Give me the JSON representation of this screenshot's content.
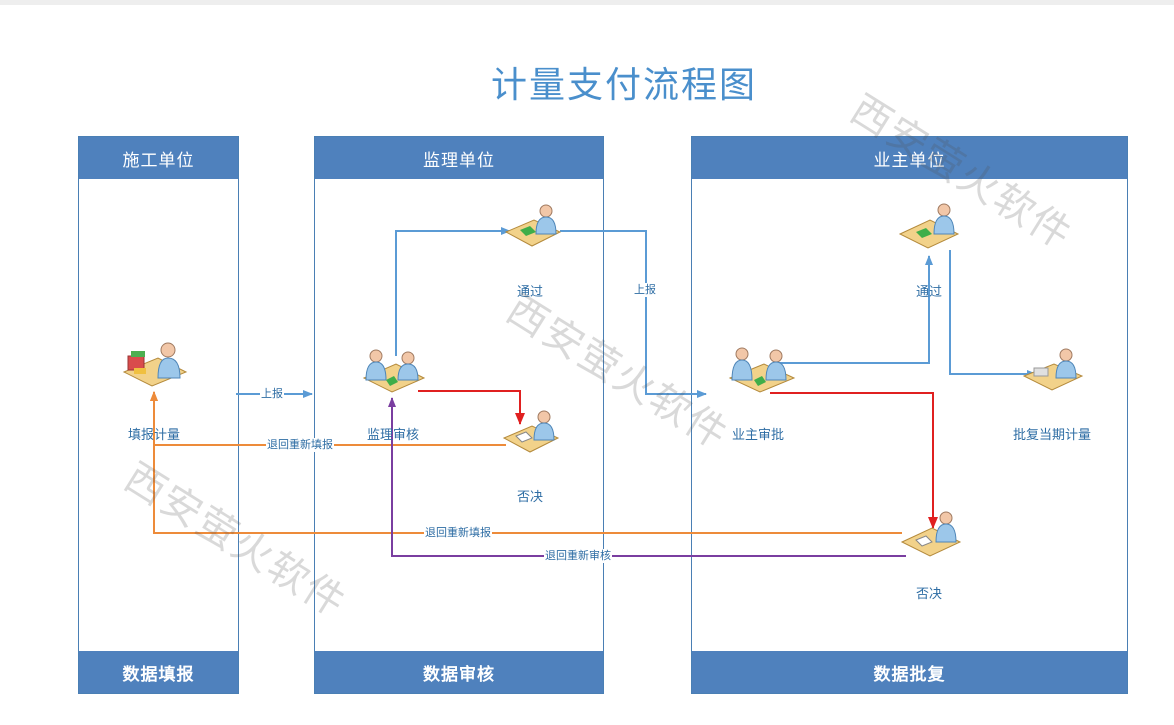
{
  "title": "计量支付流程图",
  "lanes": [
    {
      "header": "施工单位",
      "footer": "数据填报"
    },
    {
      "header": "监理单位",
      "footer": "数据审核"
    },
    {
      "header": "业主单位",
      "footer": "数据批复"
    }
  ],
  "nodes": {
    "fill_measure": "填报计量",
    "supervisor_review": "监理审核",
    "supervisor_pass": "通过",
    "supervisor_reject": "否决",
    "owner_approve": "业主审批",
    "owner_pass": "通过",
    "owner_reject": "否决",
    "approve_current": "批复当期计量"
  },
  "edges": {
    "report_1": "上报",
    "report_2": "上报",
    "return_refill_1": "退回重新填报",
    "return_refill_2": "退回重新填报",
    "return_review": "退回重新审核"
  },
  "watermark": "西安萤火软件",
  "colors": {
    "lane_header": "#4f81bd",
    "title": "#4a8fcc",
    "report_arrow": "#5b9bd5",
    "reject_arrow": "#e02020",
    "return_refill_arrow": "#ed8b3a",
    "return_review_arrow": "#7a3ea0"
  }
}
